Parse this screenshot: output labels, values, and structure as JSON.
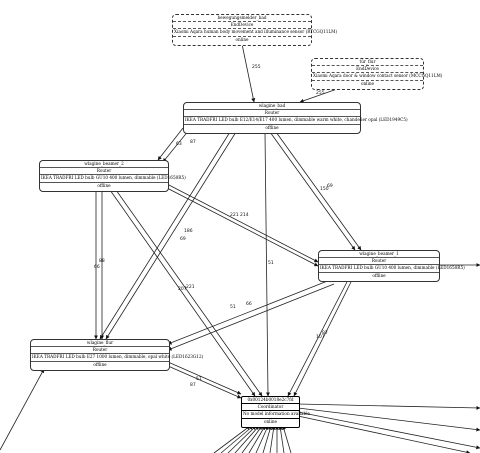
{
  "nodes": {
    "bewegungsmelder": {
      "title": "bewegungsmelder_bad",
      "type": "EndDevice",
      "model": "Xiaomi Aqara human body movement and illuminance sensor (RTCGQ11LM)",
      "status": "online"
    },
    "tur_flur": {
      "title": "tür_flur",
      "type": "EndDevice",
      "model": "Xiaomi Aqara door & window contact sensor (MCCGQ11LM)",
      "status": "online"
    },
    "bad": {
      "title": "wlagine_bad",
      "type": "Router",
      "model": "IKEA TRADFRI LED bulb E12/E14/E17 400 lumen, dimmable warm white, chandelier opal (LED1949C5)",
      "status": "offline"
    },
    "beamer2": {
      "title": "wlagine_beamer_2",
      "type": "Router",
      "model": "IKEA TRADFRI LED bulb GU10 400 lumen, dimmable (LED1650R5)",
      "status": "offline"
    },
    "beamer1": {
      "title": "wlagine_beamer_1",
      "type": "Router",
      "model": "IKEA TRADFRI LED bulb GU10 400 lumen, dimmable (LED1650R5)",
      "status": "offline"
    },
    "flur": {
      "title": "wlagine_flur",
      "type": "Router",
      "model": "IKEA TRADFRI LED bulb E27 1000 lumen, dimmable, opal white (LED1623G12)",
      "status": "offline"
    },
    "coordinator": {
      "title": "0x00124b0018e2c7fd",
      "type": "Coordinator",
      "model": "No model information available",
      "status": "online"
    }
  },
  "edge_labels": {
    "bew_bad": "255",
    "tur_bad": "255",
    "bad_b2_a": "63",
    "bad_b2_b": "87",
    "bad_b1_a": "150",
    "bad_b1_b": "69",
    "b2_b1_a": "221",
    "b2_b1_b": "214",
    "bad_flur_a": "186",
    "bad_flur_b": "69",
    "bad_coord": "51",
    "b2_flur_a": "66",
    "b2_flur_b": "88",
    "b2_coord_a": "207",
    "b2_coord_b": "221",
    "b1_flur_a": "51",
    "b1_flur_b": "66",
    "b1_coord_a": "87",
    "b1_coord_b": "107",
    "flur_coord_a": "87",
    "flur_coord_b": "51"
  }
}
